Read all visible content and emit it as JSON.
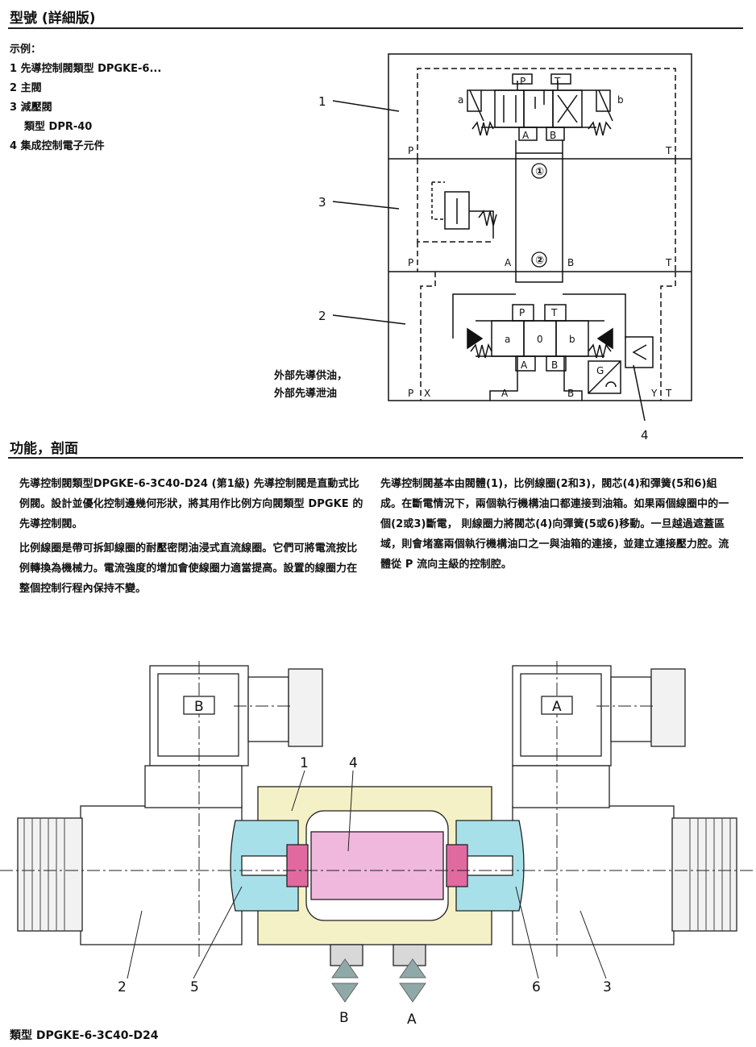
{
  "section1": {
    "title": "型號 (詳細版)",
    "example": {
      "label": "示例：",
      "items": [
        "1 先導控制閥類型 DPGKE-6...",
        "2 主閥",
        "3 減壓閥",
        "類型 DPR-40",
        "4 集成控制電子元件"
      ]
    },
    "diagram": {
      "callouts": [
        "1",
        "3",
        "2",
        "4"
      ],
      "ports": {
        "P": "P",
        "T": "T",
        "A": "A",
        "B": "B",
        "X": "X",
        "Y": "Y"
      },
      "solenoids": {
        "a": "a",
        "b": "b",
        "zero": "0"
      },
      "circled": [
        "①",
        "②"
      ],
      "g_label": "G",
      "external_pilot": [
        "外部先導供油，",
        "外部先導泄油"
      ]
    }
  },
  "section2": {
    "title": "功能，剖面",
    "left_paragraphs": [
      "先導控制閥類型DPGKE-6-3C40-D24 (第1級) 先導控制閥是直動式比例閥。設計並優化控制邊幾何形狀，將其用作比例方向閥類型 DPGKE 的先導控制閥。",
      "比例線圈是帶可拆卸線圈的耐壓密閉油浸式直流線圈。它們可將電流按比例轉換為機械力。電流強度的增加會使線圈力適當提高。設置的線圈力在整個控制行程內保持不變。"
    ],
    "right_paragraphs": [
      "先導控制閥基本由閥體(1)，比例線圈(2和3)，閥芯(4)和彈簧(5和6)組成。在斷電情況下，兩個執行機構油口都連接到油箱。如果兩個線圈中的一個(2或3)斷電， 則線圈力將閥芯(4)向彈簧(5或6)移動。一旦越過遮蓋區域，則會堵塞兩個執行機構油口之一與油箱的連接，並建立連接壓力腔。流體從 P 流向主級的控制腔。"
    ]
  },
  "section_view": {
    "coil_labels": [
      "B",
      "A"
    ],
    "callouts": [
      "1",
      "4",
      "2",
      "5",
      "6",
      "3"
    ],
    "port_labels": [
      "B",
      "A"
    ],
    "caption": "類型 DPGKE-6-3C40-D24"
  }
}
